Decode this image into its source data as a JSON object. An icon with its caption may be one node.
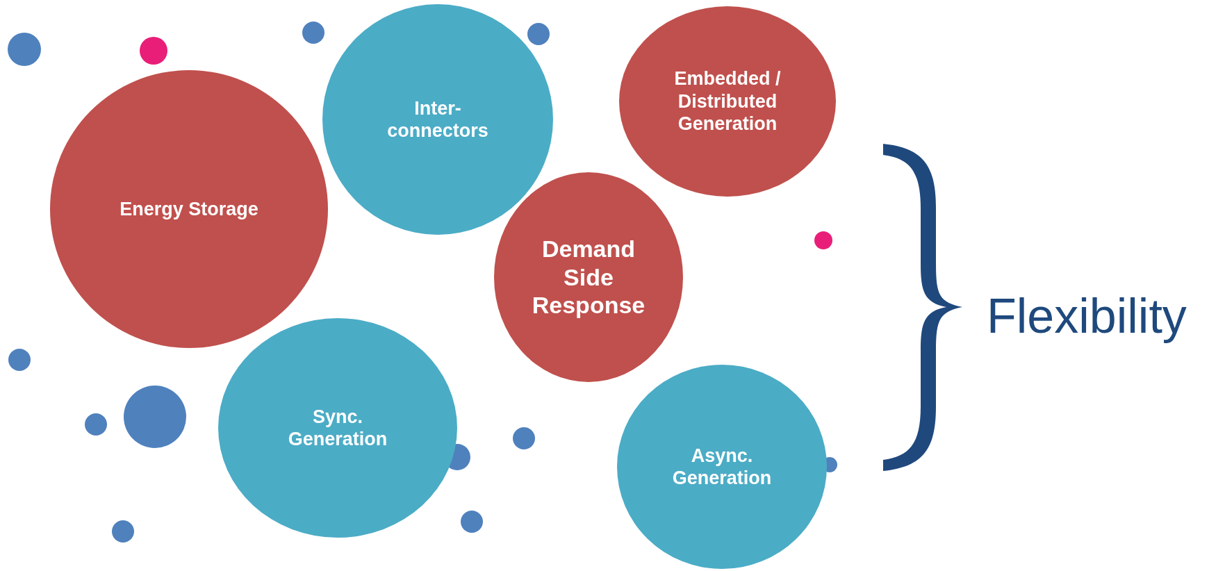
{
  "diagram": {
    "nodes": [
      {
        "text": [
          "Energy Storage"
        ]
      },
      {
        "text": [
          "Inter- connectors"
        ]
      },
      {
        "text": [
          "Embedded / Distributed Generation"
        ]
      },
      {
        "text": [
          "Demand Side Response"
        ]
      },
      {
        "text": [
          "Sync. Generation"
        ]
      },
      {
        "text": [
          "Async. Generation"
        ]
      }
    ],
    "labels": [
      "Flexibility"
    ]
  }
}
